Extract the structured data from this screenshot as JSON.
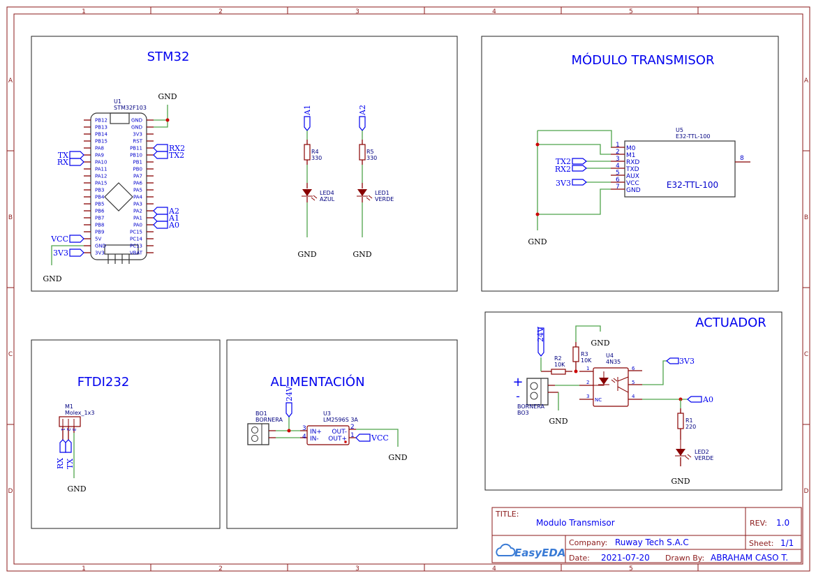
{
  "sheet": {
    "columns": [
      "1",
      "2",
      "3",
      "4",
      "5"
    ],
    "rows": [
      "A",
      "B",
      "C",
      "D"
    ]
  },
  "panels": {
    "stm32": "STM32",
    "modulo": "MÓDULO TRANSMISOR",
    "actuador": "ACTUADOR",
    "ftdi": "FTDI232",
    "alimentacion": "ALIMENTACIÓN"
  },
  "u1": {
    "designator": "U1",
    "part": "STM32F103",
    "left_pins": [
      "PB12",
      "PB13",
      "PB14",
      "PB15",
      "PA8",
      "PA9",
      "PA10",
      "PA11",
      "PA12",
      "PA15",
      "PB3",
      "PB4",
      "PB5",
      "PB6",
      "PB7",
      "PB8",
      "PB9",
      "5V",
      "GND",
      "3V3"
    ],
    "right_pins": [
      "GND",
      "GND",
      "3V3",
      "RST",
      "PB11",
      "PB10",
      "PB1",
      "PB0",
      "PA7",
      "PA6",
      "PA5",
      "PA4",
      "PA3",
      "PA2",
      "PA1",
      "PA0",
      "PC15",
      "PC14",
      "PC13",
      "VBAT"
    ],
    "nets": {
      "tx": "TX",
      "rx": "RX",
      "vcc": "VCC",
      "v33": "3V3",
      "rx2": "RX2",
      "tx2": "TX2",
      "a2": "A2",
      "a1": "A1",
      "a0": "A0",
      "gnd": "GND"
    }
  },
  "led_branches": [
    {
      "net": "A1",
      "resistor": "R4",
      "resistor_value": "330",
      "led": "LED4",
      "led_color": "AZUL",
      "gnd": "GND"
    },
    {
      "net": "A2",
      "resistor": "R5",
      "resistor_value": "330",
      "led": "LED1",
      "led_color": "VERDE",
      "gnd": "GND"
    }
  ],
  "u5": {
    "designator": "U5",
    "part": "E32-TTL-100",
    "body_label": "E32-TTL-100",
    "pins": [
      {
        "num": "1",
        "name": "M0"
      },
      {
        "num": "2",
        "name": "M1"
      },
      {
        "num": "3",
        "name": "RXD"
      },
      {
        "num": "4",
        "name": "TXD"
      },
      {
        "num": "5",
        "name": "AUX"
      },
      {
        "num": "6",
        "name": "VCC"
      },
      {
        "num": "7",
        "name": "GND"
      }
    ],
    "pin8": "8",
    "nets": {
      "tx2": "TX2",
      "rx2": "RX2",
      "v33": "3V3",
      "gnd": "GND"
    }
  },
  "actuador": {
    "plus": "+",
    "minus": "-",
    "terminal": "BORNERA",
    "terminal_des": "BO3",
    "r2": "R2",
    "r2_value": "10K",
    "r3": "R3",
    "r3_value": "10K",
    "u4": "U4",
    "u4_part": "4N35",
    "pins": {
      "p1": "1",
      "p2": "2",
      "p3": "3",
      "nc": "NC",
      "p4": "4",
      "p5": "5",
      "p6": "6"
    },
    "r1": "R1",
    "r1_value": "220",
    "led": "LED2",
    "led_color": "VERDE",
    "nets": {
      "v24": "24V",
      "v33": "3V3",
      "a0": "A0",
      "gnd": "GND"
    }
  },
  "ftdi": {
    "designator": "M1",
    "part": "Molex_1x3",
    "pins": [
      "1",
      "2",
      "3"
    ],
    "nets": {
      "rx": "RX",
      "tx": "TX",
      "gnd": "GND"
    }
  },
  "alimentacion": {
    "terminal_des": "BO1",
    "terminal": "BORNERA",
    "u3": "U3",
    "u3_part": "LM2596S 3A",
    "pins": {
      "in_plus": "IN+",
      "in_minus": "IN-",
      "out_minus": "OUT-",
      "out_plus": "OUT+",
      "p3": "3",
      "p4": "4",
      "p2": "2",
      "p1": "1"
    },
    "nets": {
      "v24": "24V",
      "vcc": "VCC",
      "gnd": "GND"
    }
  },
  "title_block": {
    "title_label": "TITLE:",
    "title": "Modulo Transmisor",
    "rev_label": "REV:",
    "rev": "1.0",
    "company_label": "Company:",
    "company": "Ruway Tech S.A.C",
    "sheet_label": "Sheet:",
    "sheet": "1/1",
    "date_label": "Date:",
    "date": "2021-07-20",
    "drawn_label": "Drawn By:",
    "drawn": "ABRAHAM CASO T.",
    "logo": "EasyEDA"
  },
  "colors": {
    "frame": "#8b1a1a",
    "wire": "#4ea34a",
    "net": "#0000ee",
    "pin": "#880000"
  }
}
